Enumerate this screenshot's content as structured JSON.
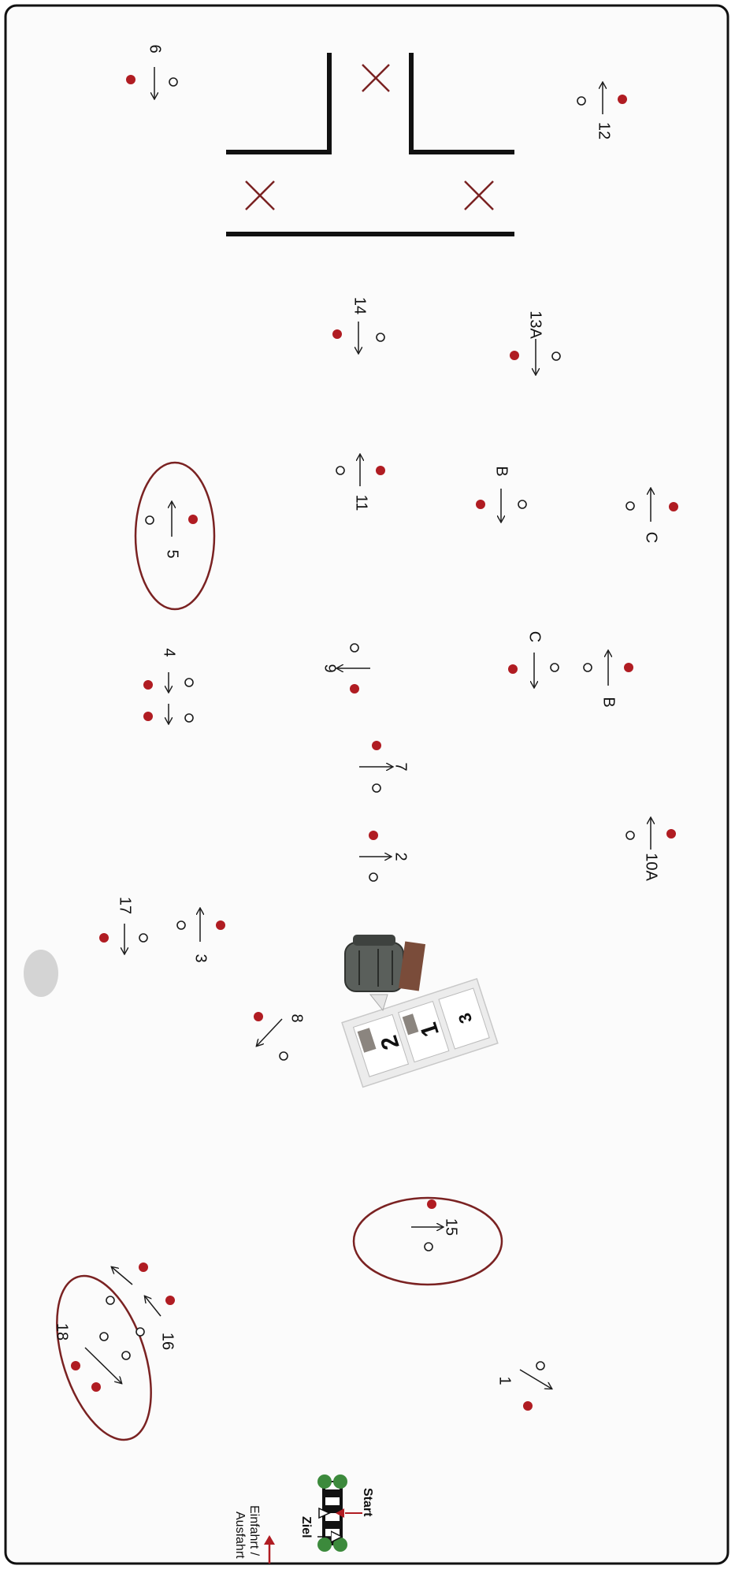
{
  "colors": {
    "red_marker": "#b01c22",
    "circle_outline": "#1c1c1c",
    "cross": "#7a2222",
    "ellipse": "#7a2222",
    "frame": "#111111",
    "entry_arrow": "#b01c22"
  },
  "labels": {
    "entry": "Einfahrt /",
    "exit": "Ausfahrt",
    "start": "Start",
    "finish": "Ziel"
  },
  "obstacles": [
    {
      "id": "obs-6",
      "label": "6"
    },
    {
      "id": "obs-12",
      "label": "12"
    },
    {
      "id": "obs-14",
      "label": "14"
    },
    {
      "id": "obs-13a",
      "label": "13A"
    },
    {
      "id": "obs-11",
      "label": "11"
    },
    {
      "id": "obs-b-upper",
      "label": "B"
    },
    {
      "id": "obs-c-upper",
      "label": "C"
    },
    {
      "id": "obs-5",
      "label": "5"
    },
    {
      "id": "obs-4",
      "label": "4"
    },
    {
      "id": "obs-9",
      "label": "9"
    },
    {
      "id": "obs-c-mid",
      "label": "C"
    },
    {
      "id": "obs-b-mid",
      "label": "B"
    },
    {
      "id": "obs-7",
      "label": "7"
    },
    {
      "id": "obs-2",
      "label": "2"
    },
    {
      "id": "obs-10a",
      "label": "10A"
    },
    {
      "id": "obs-17",
      "label": "17"
    },
    {
      "id": "obs-3",
      "label": "3"
    },
    {
      "id": "obs-8",
      "label": "8"
    },
    {
      "id": "obs-15",
      "label": "15"
    },
    {
      "id": "obs-16",
      "label": "16"
    },
    {
      "id": "obs-18",
      "label": "18"
    },
    {
      "id": "obs-1",
      "label": "1"
    }
  ],
  "hurdle_cards": [
    "1",
    "2",
    "3"
  ]
}
